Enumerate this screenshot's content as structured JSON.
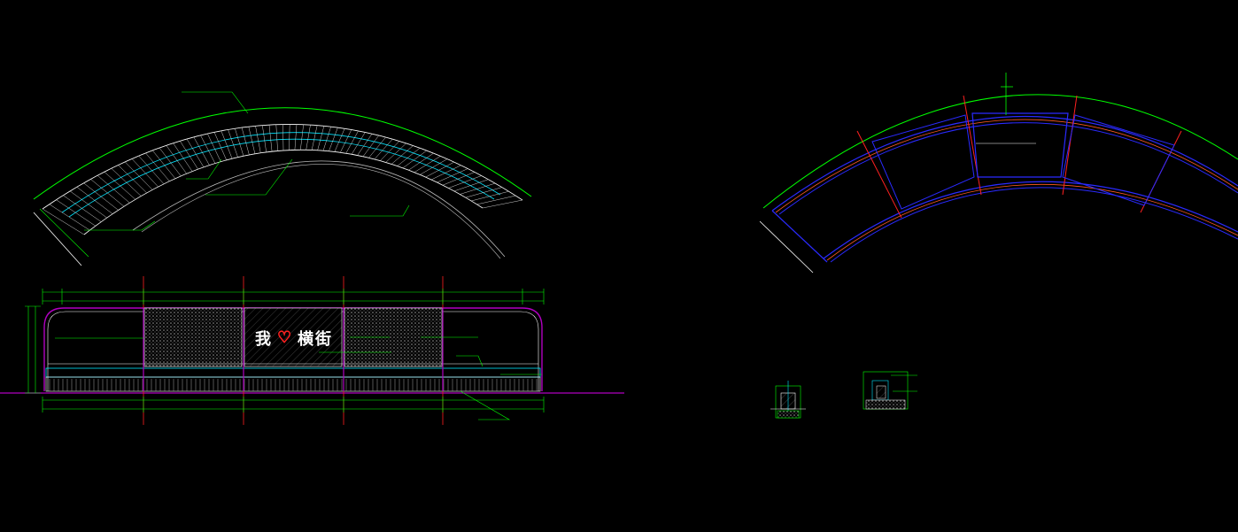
{
  "colors": {
    "background": "#000000",
    "dimension": "#00ff00",
    "outline": "#ffffff",
    "cyan": "#00e5ff",
    "blue": "#2a2aff",
    "red": "#ff2020",
    "magenta": "#b000c0",
    "pattern": "#888888"
  },
  "elevation": {
    "sign_text": "我 ♡ 横 街",
    "sign_char_1": "我",
    "sign_char_2": "横",
    "sign_char_3": "街"
  }
}
